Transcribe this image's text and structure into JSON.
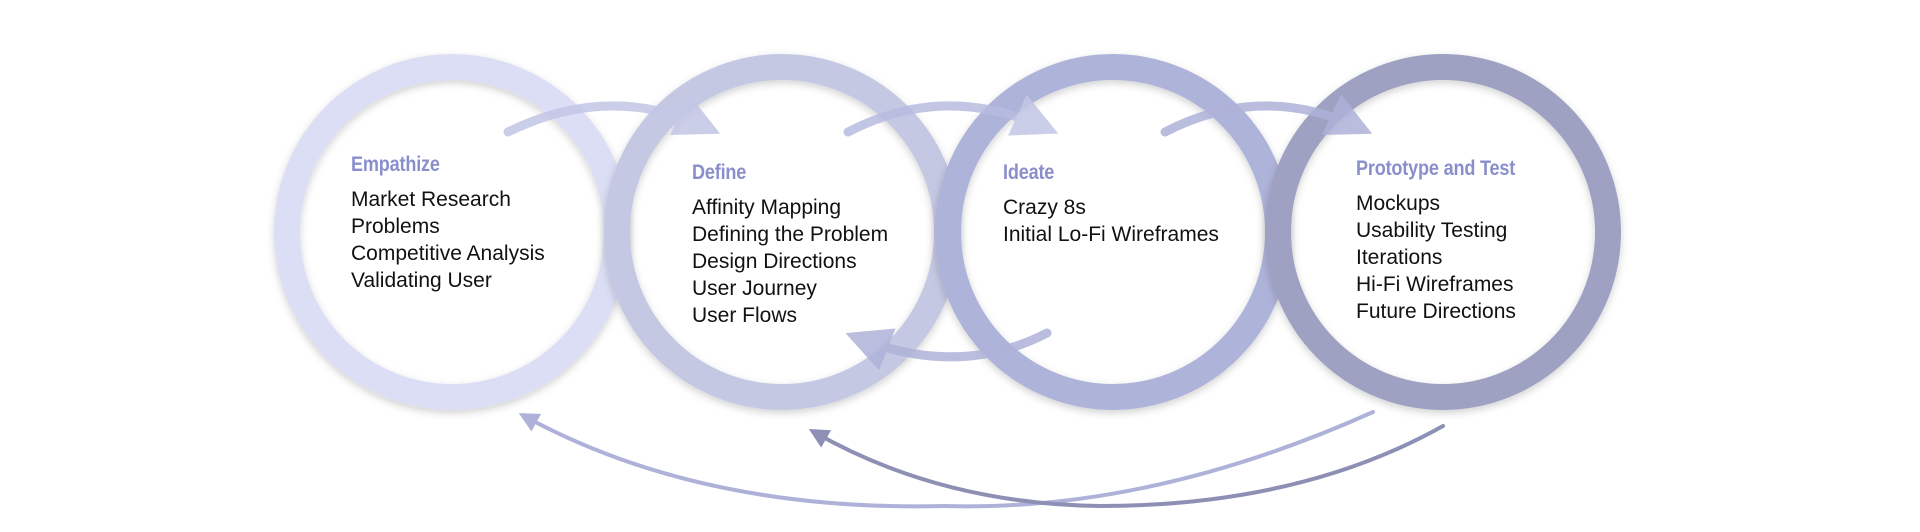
{
  "colors": {
    "ring_empathize": "#dcdef6",
    "ring_define": "#c5c8e3",
    "ring_ideate": "#aeb3da",
    "ring_prototype": "#9ea1c2",
    "title": "#8a8fcb",
    "arrow_light": "#c3c6e6",
    "arrow_mid": "#aeb2d9",
    "arrow_dark": "#8d90b4"
  },
  "stages": [
    {
      "title": "Empathize",
      "items": [
        "Market Research",
        "Problems",
        "Competitive Analysis",
        "Validating User"
      ]
    },
    {
      "title": "Define",
      "items": [
        "Affinity Mapping",
        "Defining the Problem",
        "Design Directions",
        "User Journey",
        "User Flows"
      ]
    },
    {
      "title": "Ideate",
      "items": [
        "Crazy 8s",
        "Initial Lo-Fi Wireframes"
      ]
    },
    {
      "title": "Prototype and Test",
      "items": [
        "Mockups",
        "Usability Testing",
        "Iterations",
        "Hi-Fi Wireframes",
        "Future Directions"
      ]
    }
  ],
  "arrows": [
    {
      "from": "Empathize",
      "to": "Define",
      "icon": "curved-arrow-icon"
    },
    {
      "from": "Define",
      "to": "Ideate",
      "icon": "curved-arrow-icon"
    },
    {
      "from": "Ideate",
      "to": "Prototype and Test",
      "icon": "curved-arrow-icon"
    },
    {
      "from": "Ideate",
      "to": "Define",
      "icon": "curved-arrow-icon"
    },
    {
      "from": "Prototype and Test",
      "to": "Empathize",
      "icon": "curved-arrow-icon"
    },
    {
      "from": "Prototype and Test",
      "to": "Define",
      "icon": "curved-arrow-icon"
    }
  ]
}
